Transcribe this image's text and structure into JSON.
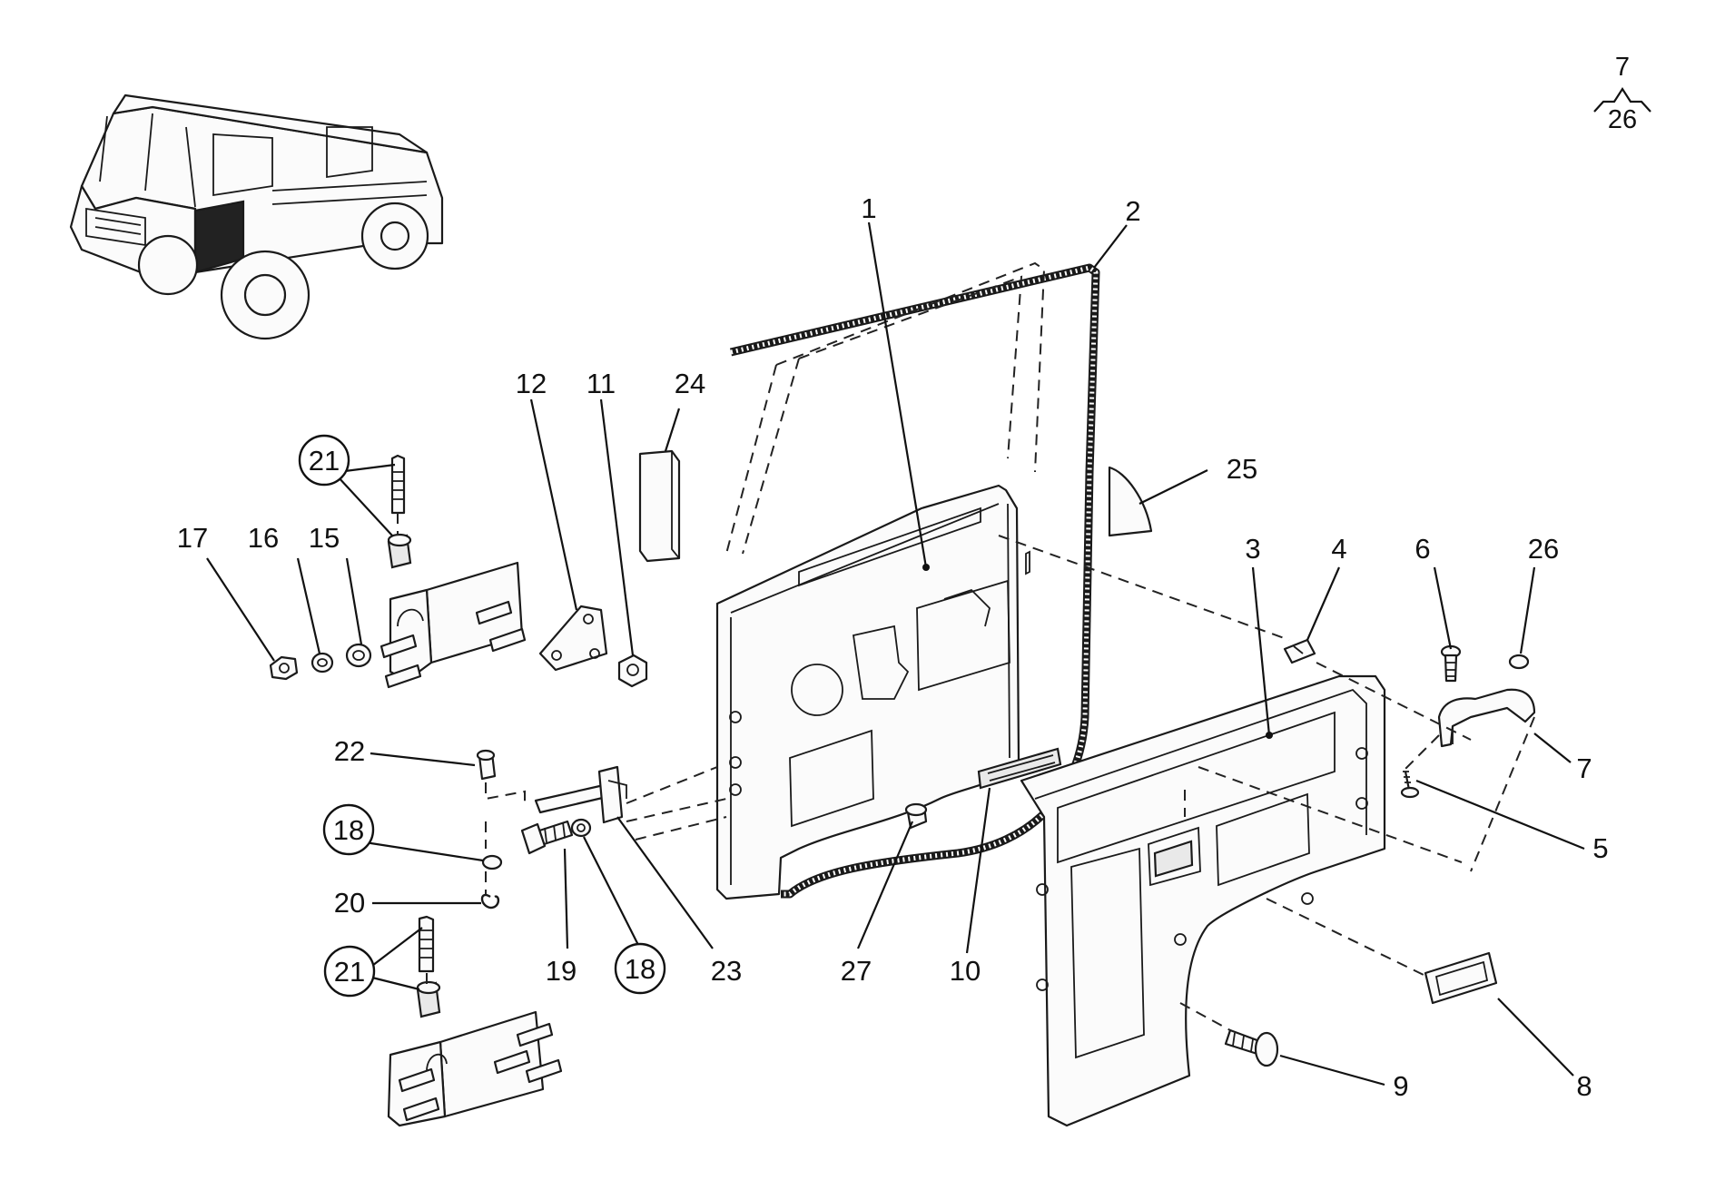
{
  "reference": {
    "top": "7",
    "bottom": "26"
  },
  "callouts": {
    "p1": "1",
    "p2": "2",
    "p3": "3",
    "p4": "4",
    "p5": "5",
    "p6": "6",
    "p7": "7",
    "p8": "8",
    "p9": "9",
    "p10": "10",
    "p11": "11",
    "p12": "12",
    "p15": "15",
    "p16": "16",
    "p17": "17",
    "p18a": "18",
    "p18b": "18",
    "p19": "19",
    "p20": "20",
    "p21a": "21",
    "p21b": "21",
    "p22": "22",
    "p23": "23",
    "p24": "24",
    "p25": "25",
    "p26": "26",
    "p27": "27"
  }
}
